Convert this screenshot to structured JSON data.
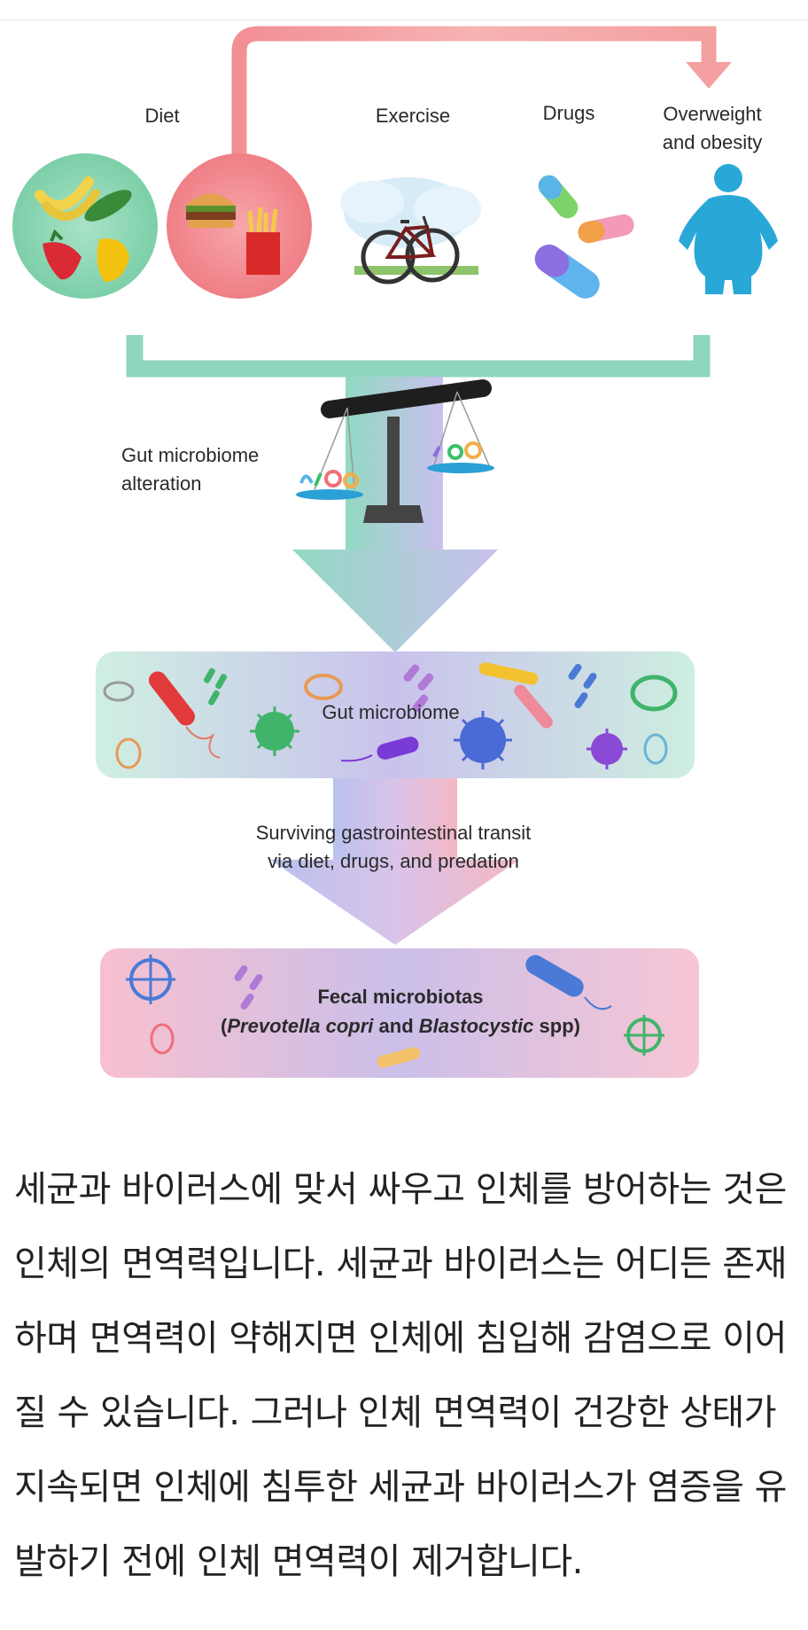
{
  "figure": {
    "factors": {
      "diet": "Diet",
      "exercise": "Exercise",
      "drugs": "Drugs",
      "obesity_line1": "Overweight",
      "obesity_line2": "and obesity"
    },
    "alteration_line1": "Gut microbiome",
    "alteration_line2": "alteration",
    "gut_microbiome": "Gut microbiome",
    "transit_line1": "Surviving gastrointestinal transit",
    "transit_line2": "via diet, drugs, and predation",
    "fecal_line1": "Fecal microbiotas",
    "fecal_line2": {
      "open": "(",
      "italic1": "Prevotella copri",
      "mid": " and ",
      "italic2": "Blastocystic",
      "close": " spp)"
    },
    "colors": {
      "pink_arrow": "#f4a0a0",
      "teal_bracket": "#8fd6bf",
      "obesity_figure": "#29a8d8",
      "gut_band_left": "#cdeee0",
      "gut_band_mid": "#c9c2ec",
      "fecal_band_edge": "#f7c3d2",
      "fecal_band_mid": "#cbbfe9"
    },
    "icons": [
      "fruit-vegetable-icon",
      "burger-fries-icon",
      "bicycle-icon",
      "pills-icon",
      "person-obese-icon",
      "balance-scale-icon",
      "bacteria-icon"
    ]
  },
  "article": {
    "paragraph": "세균과 바이러스에 맞서 싸우고 인체를 방어하는 것은 인체의 면역력입니다. 세균과 바이러스는 어디든 존재하며 면역력이 약해지면 인체에 침입해 감염으로 이어질 수 있습니다. 그러나 인체 면역력이 건강한 상태가 지속되면 인체에 침투한 세균과 바이러스가 염증을 유발하기 전에 인체 면역력이 제거합니다."
  }
}
